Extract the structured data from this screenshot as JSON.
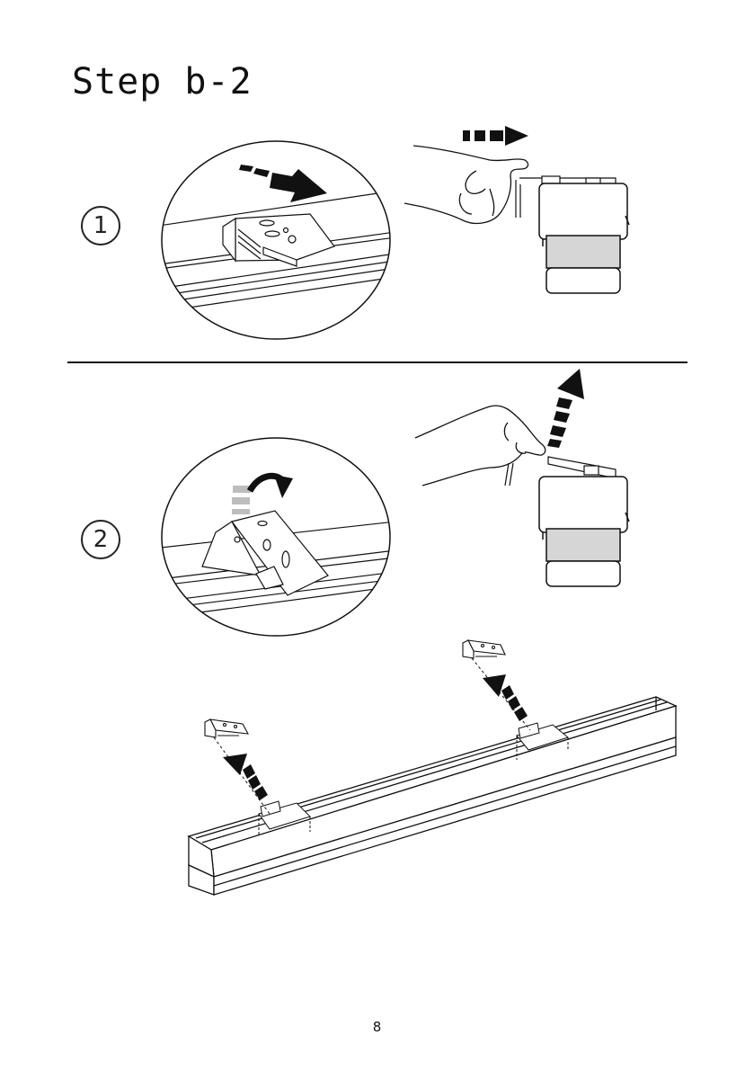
{
  "page": {
    "title": "Step b-2",
    "page_number": "8"
  },
  "steps": [
    {
      "number": "1"
    },
    {
      "number": "2"
    }
  ],
  "colors": {
    "ink": "#111111",
    "arrow": "#111111",
    "arrow_light": "#bdbdbd",
    "fabric": "#d6d6d6"
  }
}
